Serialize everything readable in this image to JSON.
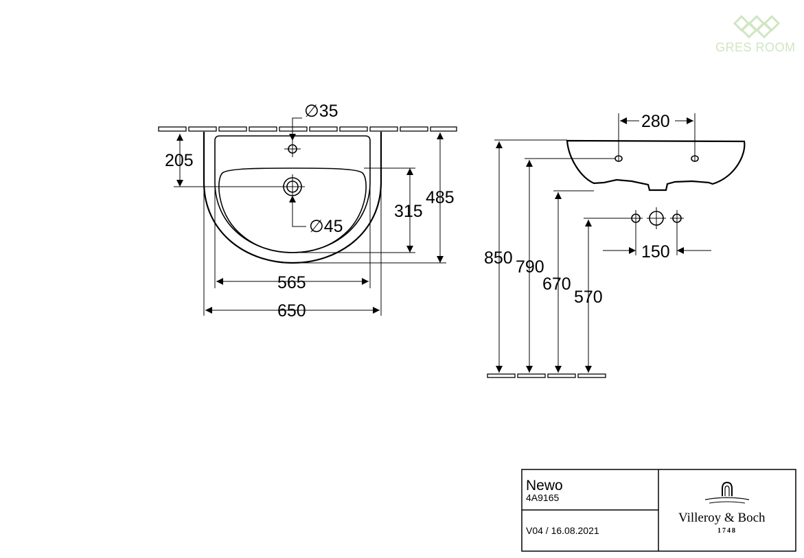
{
  "watermark": {
    "text": "GRES ROOM"
  },
  "front_view": {
    "dims": {
      "hole_diameter": "∅35",
      "outlet_diameter": "∅45",
      "depth_to_hole": "205",
      "bowl_depth": "315",
      "total_depth": "485",
      "inner_width": "565",
      "total_width": "650"
    }
  },
  "side_view": {
    "dims": {
      "hole_spacing": "280",
      "outlet_spacing": "150",
      "height_top": "850",
      "height_holes": "790",
      "height_bottom": "670",
      "height_outlet": "570"
    }
  },
  "title_block": {
    "product_name": "Newo",
    "product_code": "4A9165",
    "version": "V04 / 16.08.2021",
    "brand": "Villeroy & Boch",
    "brand_year": "1748"
  },
  "colors": {
    "line": "#000000",
    "watermark": "#cfe6c2",
    "background": "#ffffff"
  }
}
